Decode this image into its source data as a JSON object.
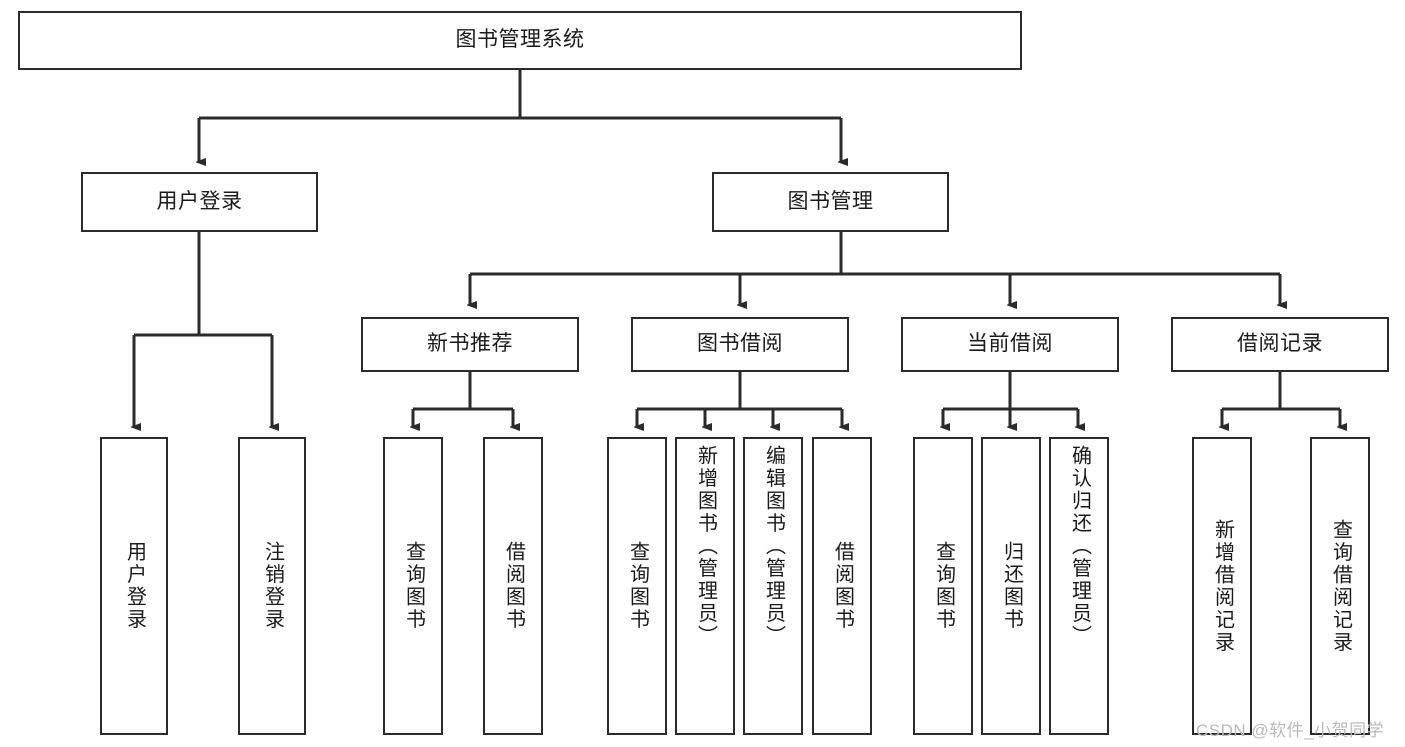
{
  "diagram": {
    "type": "tree-hierarchy",
    "title": "图书管理系统",
    "orientation": "top-down",
    "line_color": "#2b2b2b",
    "box_fill": "#ffffff",
    "text_color": "#1a1a1a",
    "watermark": "CSDN @软件_小贺同学",
    "nodes": {
      "root": {
        "label": "图书管理系统",
        "level": 0
      },
      "l1": [
        {
          "id": "user-login",
          "label": "用户登录"
        },
        {
          "id": "book-manage",
          "label": "图书管理"
        }
      ],
      "l2": [
        {
          "id": "new-book-recommend",
          "label": "新书推荐"
        },
        {
          "id": "book-borrow",
          "label": "图书借阅"
        },
        {
          "id": "current-borrow",
          "label": "当前借阅"
        },
        {
          "id": "borrow-record",
          "label": "借阅记录"
        }
      ],
      "leaves": {
        "user_login": [
          {
            "id": "leaf-user-login",
            "label": "用户登录"
          },
          {
            "id": "leaf-logout-login",
            "label": "注销登录"
          }
        ],
        "new_book_recommend": [
          {
            "id": "leaf-query-book-1",
            "label": "查询图书"
          },
          {
            "id": "leaf-borrow-book-1",
            "label": "借阅图书"
          }
        ],
        "book_borrow": [
          {
            "id": "leaf-query-book-2",
            "label": "查询图书"
          },
          {
            "id": "leaf-add-book-admin",
            "label": "新增图书（管理员）"
          },
          {
            "id": "leaf-edit-book-admin",
            "label": "编辑图书（管理员）"
          },
          {
            "id": "leaf-borrow-book-2",
            "label": "借阅图书"
          }
        ],
        "current_borrow": [
          {
            "id": "leaf-query-book-3",
            "label": "查询图书"
          },
          {
            "id": "leaf-return-book",
            "label": "归还图书"
          },
          {
            "id": "leaf-confirm-return-admin",
            "label": "确认归还（管理员）"
          }
        ],
        "borrow_record": [
          {
            "id": "leaf-add-borrow-record",
            "label": "新增借阅记录"
          },
          {
            "id": "leaf-query-borrow-record",
            "label": "查询借阅记录"
          }
        ]
      }
    }
  }
}
